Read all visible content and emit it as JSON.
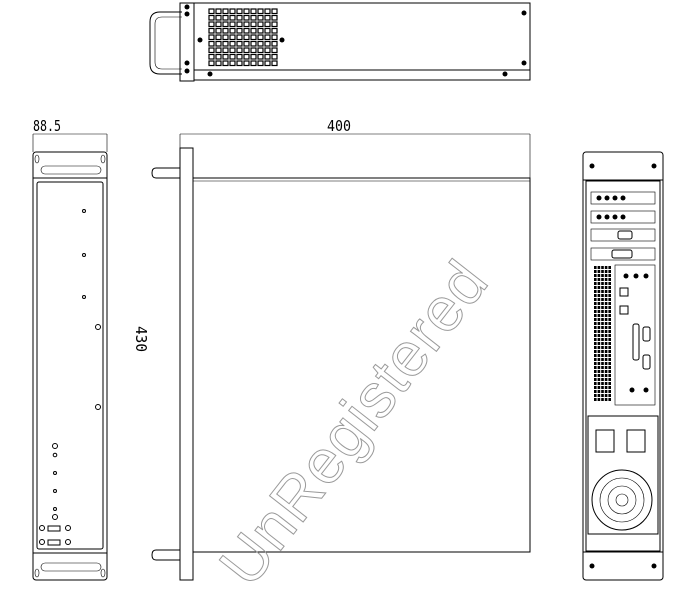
{
  "drawing": {
    "dimensions": {
      "width": "88.5",
      "depth": "400",
      "length": "430"
    },
    "watermark": "UnRegistered",
    "views": [
      "top-view",
      "front-view",
      "side-view",
      "rear-view"
    ]
  }
}
